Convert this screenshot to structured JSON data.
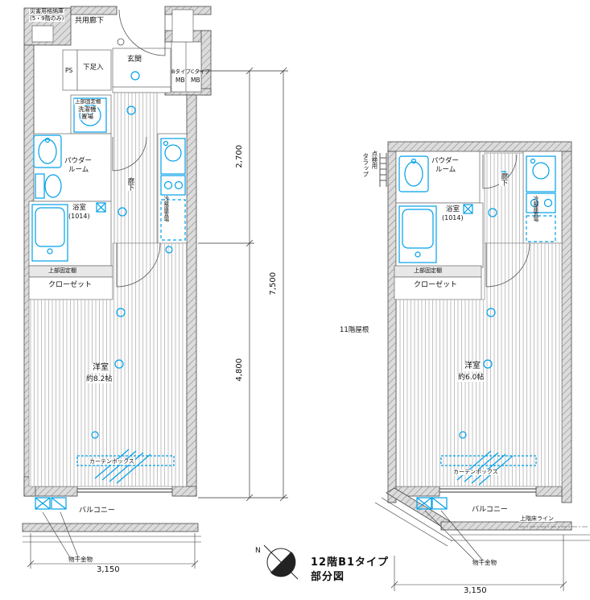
{
  "colors": {
    "fixture_blue": "#00A0E9",
    "wall_hatch_gray": "#8a8a8a",
    "line_dark": "#333333",
    "floor_stripe": "#b5b5b5"
  },
  "left_plan": {
    "labels": {
      "disaster_storage": "災害用格納庫",
      "disaster_storage_note": "(5・9階のみ)",
      "common_corridor": "共用廊下",
      "ps": "PS",
      "shoe_cabinet": "下足入",
      "entrance": "玄関",
      "mb_types": "BタイプCタイプ",
      "mb_left": "MB",
      "mb_right": "MB",
      "laundry_upper_shelf": "上部固定棚",
      "washing_machine_1": "洗濯機",
      "washing_machine_2": "置場",
      "powder_1": "パウダー",
      "powder_2": "ルーム",
      "corridor": "廊下",
      "bathroom": "浴室",
      "bathroom_size": "(1014)",
      "fridge_space": "冷蔵庫置場",
      "upper_shelf": "上部固定棚",
      "closet": "クローゼット",
      "room": "洋室",
      "room_size": "約8.2帖",
      "curtain_box": "カーテンボックス",
      "balcony": "バルコニー",
      "laundry_hardware": "物干金物",
      "width_dim": "3,150"
    }
  },
  "center_dims": {
    "upper": "2,700",
    "lower": "4,800",
    "total": "7,500"
  },
  "right_plan": {
    "labels": {
      "hatch_ladder_1": "点検用",
      "hatch_ladder_2": "タラップ",
      "powder_1": "パウダー",
      "powder_2": "ルーム",
      "bathroom": "浴室",
      "bathroom_size": "(1014)",
      "corridor": "廊下",
      "fridge_space": "冷蔵庫置場",
      "upper_shelf": "上部固定棚",
      "closet": "クローゼット",
      "roof": "11階屋根",
      "room": "洋室",
      "room_size": "約6.0帖",
      "curtain_box": "カーテンボックス",
      "balcony": "バルコニー",
      "upper_floor_line": "上階床ライン",
      "laundry_hardware": "物干金物",
      "width_dim": "3,150"
    }
  },
  "compass": {
    "north_label": "N"
  },
  "title": {
    "line1": "12階B1タイプ",
    "line2": "部分図"
  }
}
